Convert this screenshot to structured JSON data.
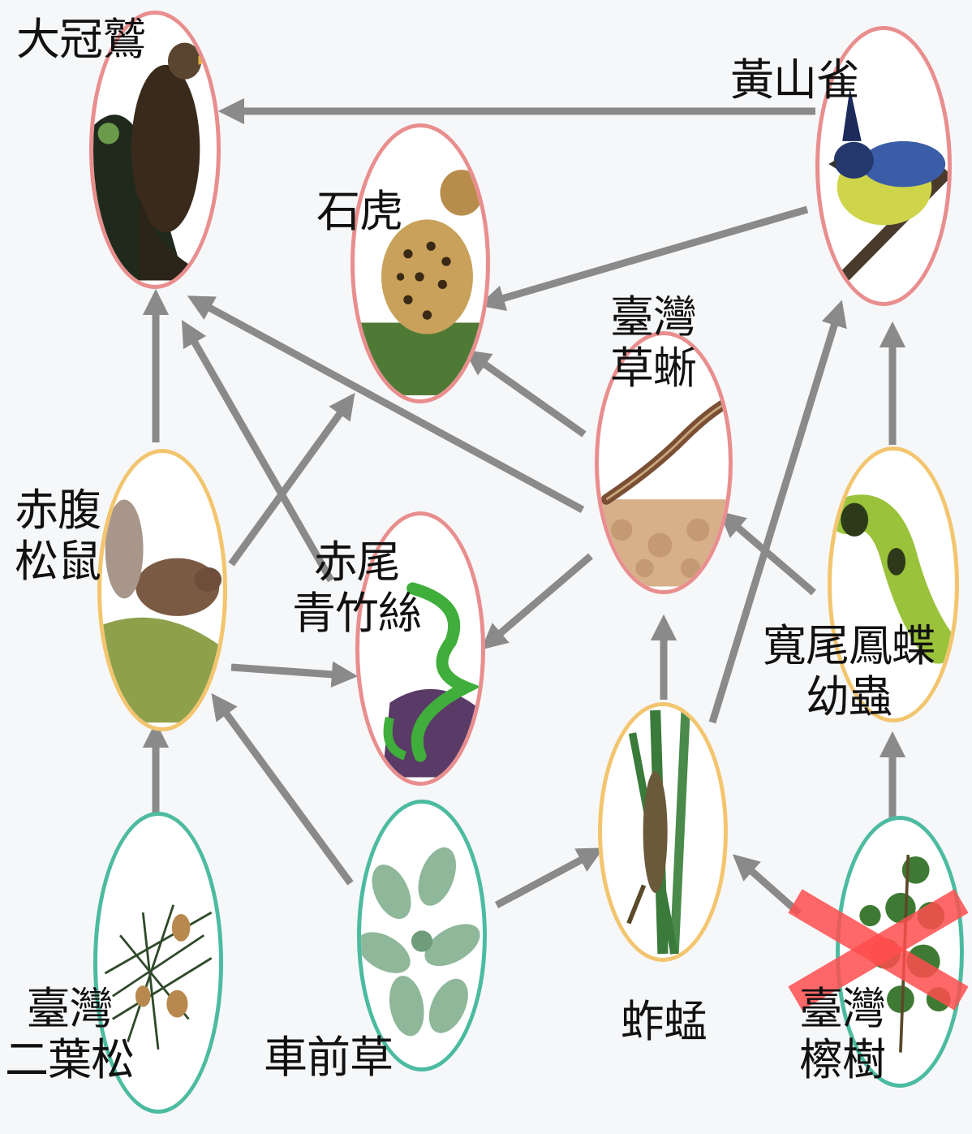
{
  "nodes": {
    "eagle": {
      "label": "大冠鷲"
    },
    "bulbul": {
      "label": "黃山雀"
    },
    "leopard_cat": {
      "label": "石虎"
    },
    "grass_lizard": {
      "label": "臺灣\n草蜥"
    },
    "squirrel": {
      "label": "赤腹\n松鼠"
    },
    "pit_viper": {
      "label": "赤尾\n青竹絲"
    },
    "caterpillar": {
      "label": "寬尾鳳蝶\n幼蟲"
    },
    "grasshopper": {
      "label": "蚱蜢"
    },
    "plantain": {
      "label": "車前草"
    },
    "pine": {
      "label": "臺灣\n二葉松"
    },
    "sassafras": {
      "label": "臺灣\n檫樹"
    }
  },
  "ring_colors": {
    "consumer_high": "#e98e8e",
    "consumer_primary": "#f2c56e",
    "producer": "#4cbba0"
  },
  "arrow_color": "#8a8a8a",
  "removed_marker_color": "#ff4d4d"
}
